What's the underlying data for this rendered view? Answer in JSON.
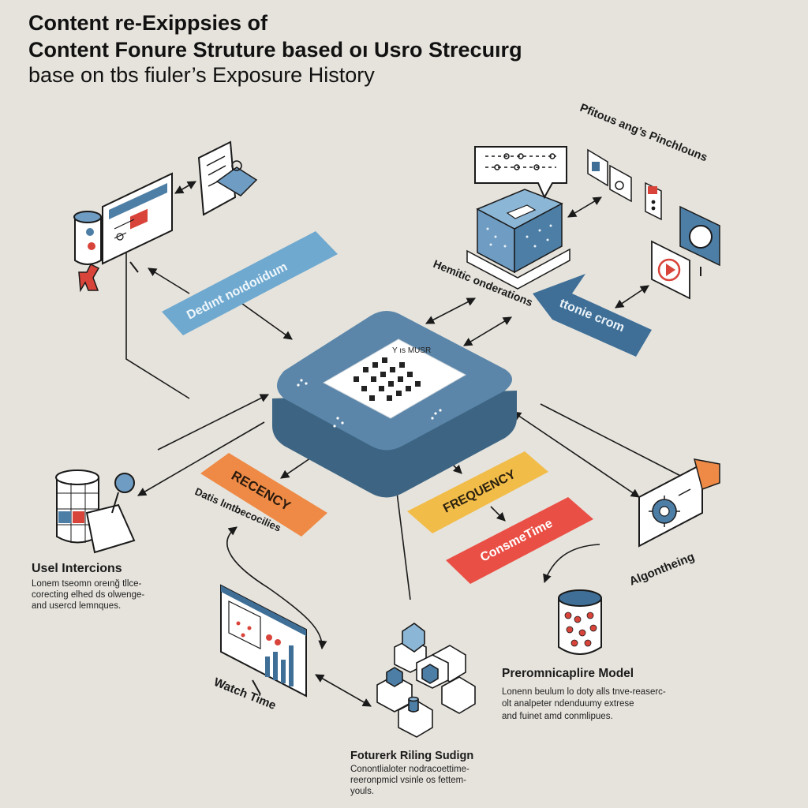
{
  "title": {
    "line1": "Content re-Exippsies of",
    "line2": "Content Fonure Struture based oı Usro Strecuırg",
    "line3": "base on tbs fiuler’s Exposure History"
  },
  "hub": {
    "panel_label": "Y ıs MUSR"
  },
  "ribbons": {
    "delant": "Dedınt noıdoıidum",
    "recency": "RECENCY",
    "frequency": "FREQUENCY",
    "consume": "ConsmeTime",
    "blue_right": "ttonie crom"
  },
  "labels": {
    "top_right": "Pfitous ang’s Pinchlouns",
    "heuristic": "Hemitic onderations",
    "data_sub": "Datis lıntbecocilies",
    "user_heading": "Usel Intercions",
    "user_caption": [
      "Lonem tseomn oreınğ tllce-",
      "corecting elhed ds olwenge-",
      "and usercd lemnques."
    ],
    "algorithm": "Algontheing",
    "model_heading": "Preromnicaplire Model",
    "model_caption": [
      "Lonenn beulum lo doty alls tnve-reaserc-",
      "olt analpeter ndenduumy extrese",
      "and fuinet amd conmlipues."
    ],
    "watch_time": "Watch Time",
    "feature_heading": "Foturerk Riling Sudign",
    "feature_caption": [
      "Conontlialoter nodracoettime-",
      "reeronpmicl vsinle os fettem-",
      "youls."
    ]
  },
  "colors": {
    "background": "#e6e3dc",
    "hub_blue": "#5b86a9",
    "hub_dark": "#3d6583",
    "ribbon_light_blue": "#6fa9cf",
    "ribbon_orange": "#ee8a45",
    "ribbon_yellow": "#f1bc48",
    "ribbon_red": "#ea4f45",
    "ribbon_dark_blue": "#3f6f97",
    "accent_red": "#d8443a"
  }
}
